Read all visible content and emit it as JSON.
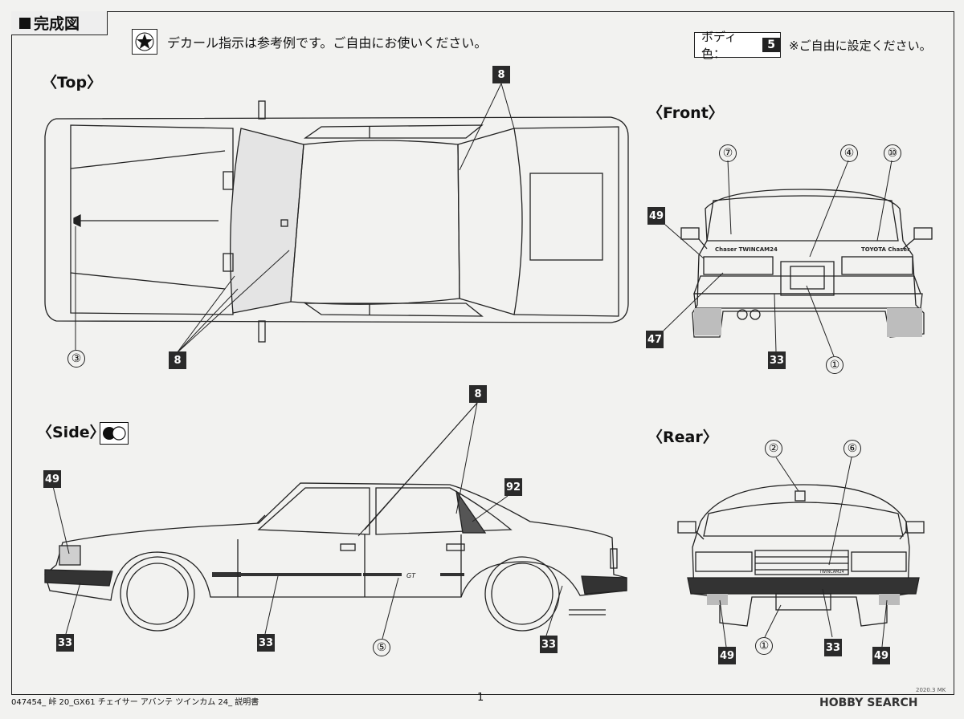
{
  "header": {
    "title": "完成図",
    "decal_note": "デカール指示は参考例です。ご自由にお使いください。",
    "body_color_label": "ボディ色：",
    "body_color_number": "5",
    "body_color_note": "※ご自由に設定ください。"
  },
  "views": {
    "top": "〈Top〉",
    "front": "〈Front〉",
    "side": "〈Side〉",
    "rear": "〈Rear〉"
  },
  "callouts": {
    "top_8a": "8",
    "top_8b": "8",
    "top_3": "③",
    "front_7": "⑦",
    "front_4": "④",
    "front_10": "⑩",
    "front_49": "49",
    "front_47": "47",
    "front_33": "33",
    "front_1": "①",
    "side_8": "8",
    "side_49": "49",
    "side_92": "92",
    "side_33a": "33",
    "side_33b": "33",
    "side_33c": "33",
    "side_5": "⑤",
    "rear_2": "②",
    "rear_6": "⑥",
    "rear_49a": "49",
    "rear_49b": "49",
    "rear_1": "①",
    "rear_33": "33"
  },
  "decal_text": {
    "front_rear_left": "Chaser TWINCAM24",
    "front_rear_right": "TOYOTA Chaser",
    "side_stripe": "GT",
    "rear_grille": "TWINCAM24"
  },
  "footer": {
    "code": "047454_ 峠 20_GX61 チェイサー アバンテ ツインカム 24_ 説明書",
    "page": "1",
    "logo": "HOBBY SEARCH",
    "tiny": "2020.3 MK"
  }
}
